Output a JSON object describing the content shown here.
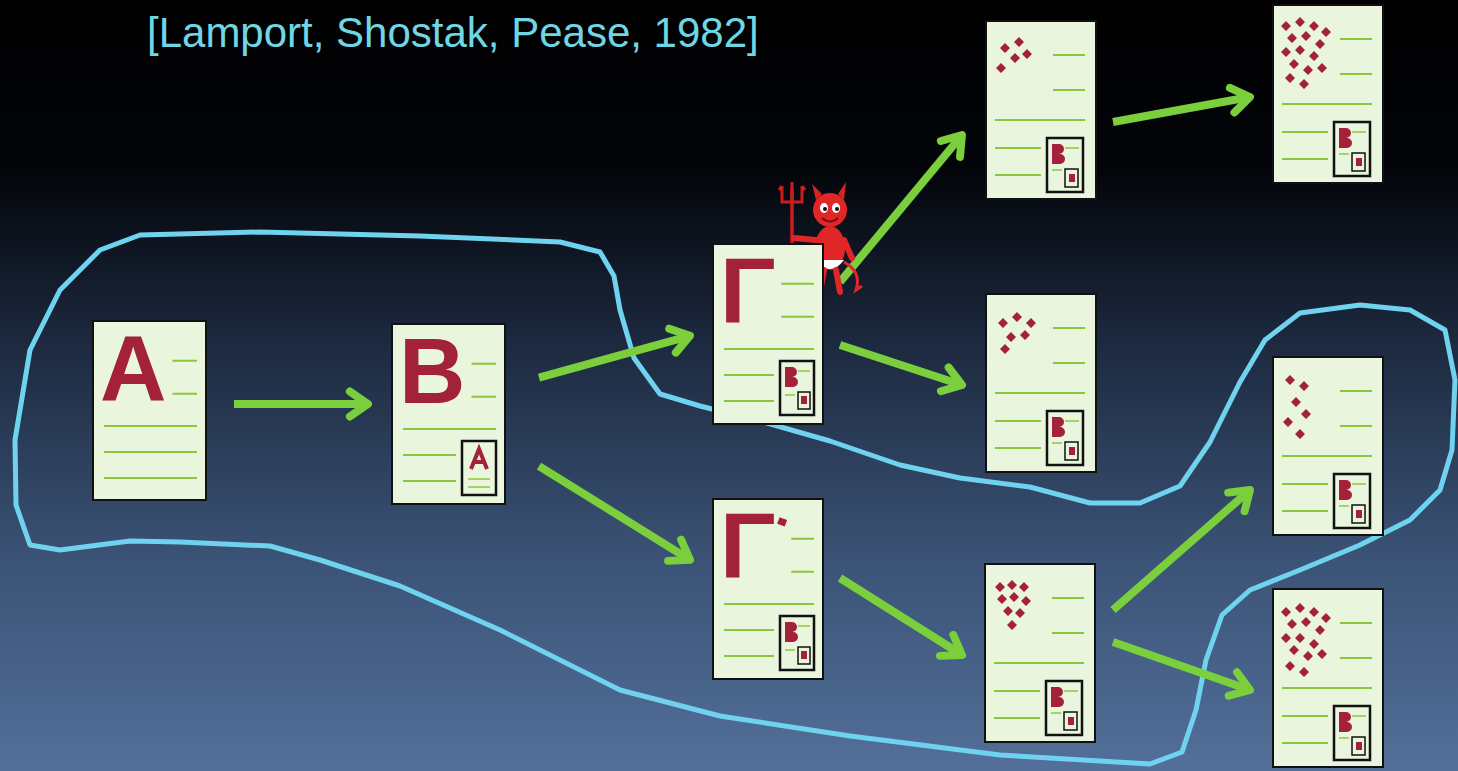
{
  "diagram": {
    "title": "[Lamport, Shostak, Pease, 1982]",
    "nodes": [
      {
        "text": [
          "A"
        ]
      },
      {
        "text": [
          "B"
        ]
      },
      {
        "text": [
          "Γ"
        ]
      },
      {
        "text": [
          "Γ"
        ]
      }
    ],
    "edges": [
      {
        "from": 0,
        "to": 1,
        "arrow": "to"
      },
      {
        "from": 1,
        "to": 2,
        "arrow": "to"
      },
      {
        "from": 1,
        "to": 3,
        "arrow": "to"
      }
    ]
  }
}
